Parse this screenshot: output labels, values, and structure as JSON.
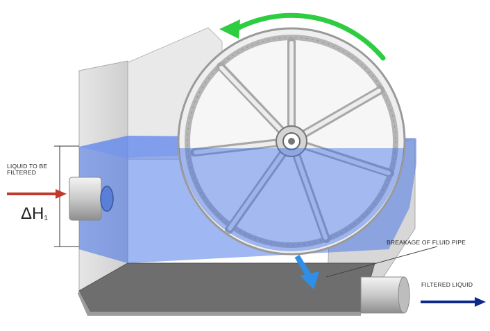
{
  "labels": {
    "liquid_in": "LIQUID TO BE FILTERED",
    "delta_h": "ΔH",
    "delta_h_sub": "1",
    "breakage": "BREAKAGE OF FLUID PIPE",
    "filtered": "FILTERED LIQUID"
  },
  "colors": {
    "water": "#3f6fe6",
    "tank": "#d9d9d9",
    "tank_floor": "#6e6e6e",
    "inlet_arrow": "#c0392b",
    "outlet_arrow": "#0d2a8a",
    "leak_arrow": "#2f8ee8",
    "rotation_arrow": "#2ecc40"
  }
}
